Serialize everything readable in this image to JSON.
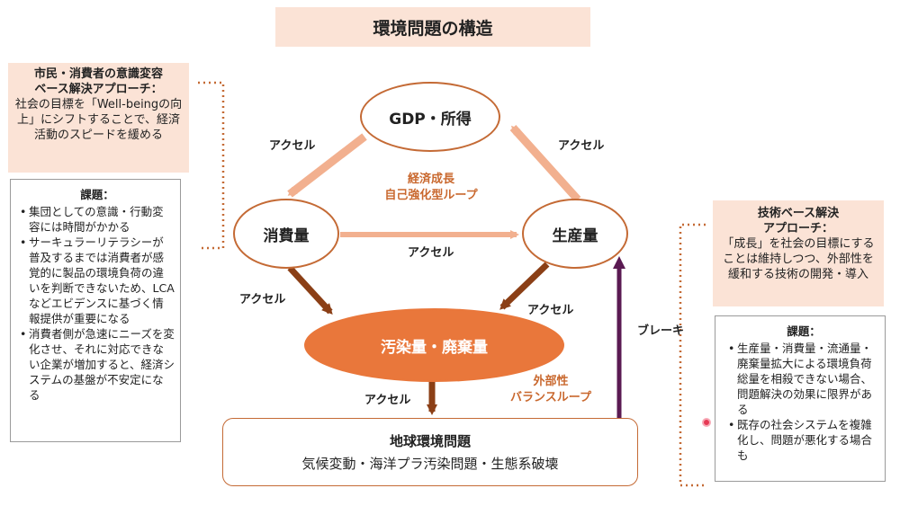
{
  "title": "環境問題の構造",
  "left_panel": {
    "approach_title": "市民・消費者の意識変容ベース解決アプローチ：",
    "approach_title_line1": "市民・消費者の意識変容",
    "approach_title_line2": "ベース解決アプローチ：",
    "approach_body": "社会の目標を「Well-beingの向上」にシフトすることで、経済活動のスピードを緩める",
    "issues_title": "課題：",
    "issues": [
      "集団としての意識・行動変容には時間がかかる",
      "サーキュラーリテラシーが普及するまでは消費者が感覚的に製品の環境負荷の違いを判断できないため、LCAなどエビデンスに基づく情報提供が重要になる",
      "消費者側が急速にニーズを変化させ、それに対応できない企業が増加すると、経済システムの基盤が不安定になる"
    ]
  },
  "right_panel": {
    "approach_title": "技術ベース解決アプローチ：",
    "approach_title_line1": "技術ベース解決",
    "approach_title_line2": "アプローチ：",
    "approach_body": "「成長」を社会の目標にすることは維持しつつ、外部性を緩和する技術の開発・導入",
    "issues_title": "課題：",
    "issues": [
      "生産量・消費量・流通量・廃棄量拡大による環境負荷総量を相殺できない場合、問題解決の効果に限界がある",
      "既存の社会システムを複雑化し、問題が悪化する場合も"
    ]
  },
  "nodes": {
    "gdp": "GDP・所得",
    "consumption": "消費量",
    "production": "生産量",
    "pollution": "汚染量・廃棄量",
    "earth_title": "地球環境問題",
    "earth_sub": "気候変動・海洋プラ汚染問題・生態系破壊"
  },
  "labels": {
    "accel_gdp_to_consumption": "アクセル",
    "accel_production_to_gdp": "アクセル",
    "accel_consumption_to_production": "アクセル",
    "accel_consumption_to_pollution": "アクセル",
    "accel_production_to_pollution": "アクセル",
    "accel_pollution_to_earth": "アクセル",
    "brake": "ブレーキ",
    "loop1_line1": "経済成長",
    "loop1_line2": "自己強化型ループ",
    "loop2_line1": "外部性",
    "loop2_line2": "バランスループ"
  },
  "colors": {
    "peach": "#fbe3d6",
    "light_arrow": "#f2b08f",
    "dark_arrow": "#8b3f16",
    "pollution_fill": "#e9773b",
    "brake_arrow": "#5a1a52",
    "node_border": "#c46a35"
  }
}
